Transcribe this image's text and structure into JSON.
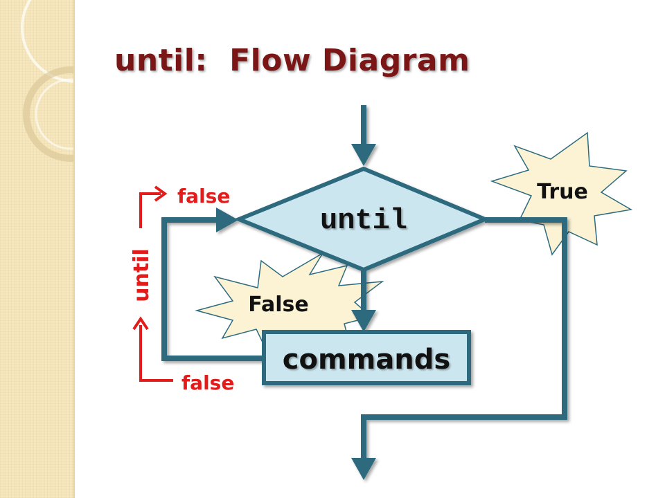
{
  "title": "until:  Flow Diagram",
  "nodes": {
    "condition": "until",
    "body": "commands"
  },
  "burst_labels": {
    "true": "True",
    "false": "False"
  },
  "loop_annotation": {
    "top": "false",
    "side": "until",
    "bottom": "false"
  },
  "colors": {
    "title": "#7a1616",
    "flow": "#2e6b7e",
    "fill": "#cce6f0",
    "annotation": "#e21b1b",
    "burst": "#fbf3d4",
    "sidebar": "#f6e7bf"
  }
}
